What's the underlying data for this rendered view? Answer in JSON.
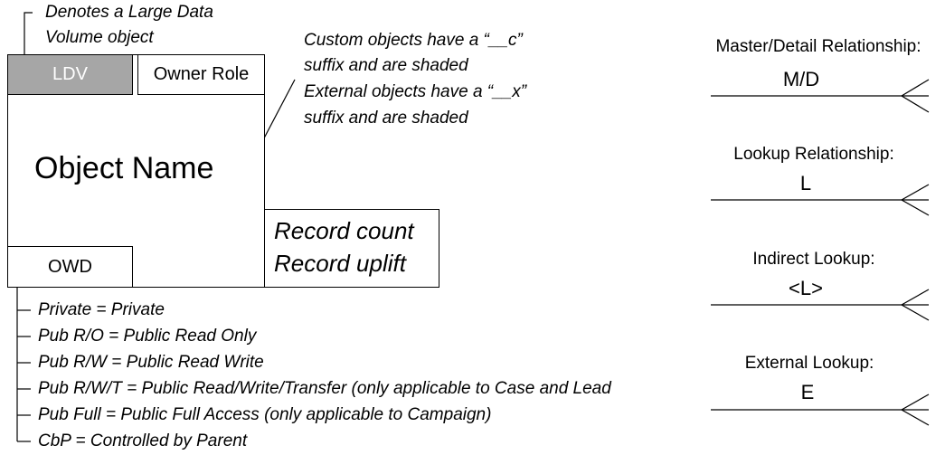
{
  "ldv_note": {
    "line1": "Denotes a Large Data",
    "line2": "Volume object"
  },
  "object_box": {
    "ldv_label": "LDV",
    "owner_role_label": "Owner Role",
    "object_name": "Object Name",
    "owd_label": "OWD",
    "record_count": "Record count",
    "record_uplift": "Record uplift",
    "ldv_fill_color": "#a6a6a6",
    "ldv_text_color": "#ffffff"
  },
  "custom_note": {
    "line1": "Custom objects have a “__c”",
    "line2": "suffix and are shaded",
    "line3": "External objects have a “__x”",
    "line4": "suffix and are shaded"
  },
  "owd_legend": [
    "Private = Private",
    "Pub R/O = Public Read Only",
    "Pub R/W = Public Read Write",
    "Pub R/W/T = Public Read/Write/Transfer (only applicable to Case and Lead",
    "Pub Full = Public Full Access (only applicable to Campaign)",
    "CbP = Controlled by Parent"
  ],
  "relationships": [
    {
      "label": "Master/Detail Relationship:",
      "code": "M/D"
    },
    {
      "label": "Lookup Relationship:",
      "code": "L"
    },
    {
      "label": "Indirect Lookup:",
      "code": "<L>"
    },
    {
      "label": "External Lookup:",
      "code": "E"
    }
  ]
}
